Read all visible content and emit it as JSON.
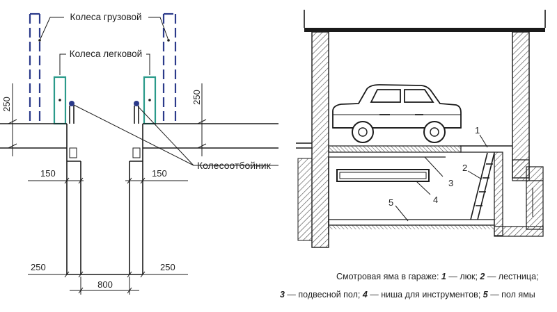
{
  "left_diagram": {
    "label_truck_wheels": "Колеса грузовой",
    "label_car_wheels": "Колеса легковой",
    "label_wheel_stop": "Колесоотбойник",
    "dim_height_left": "250",
    "dim_height_right": "250",
    "dim_stop_left": "150",
    "dim_stop_right": "150",
    "dim_wall_left": "250",
    "dim_wall_right": "250",
    "dim_pit_width": "800"
  },
  "right_diagram": {
    "callouts": [
      "1",
      "2",
      "3",
      "4",
      "5"
    ],
    "caption": {
      "line1_prefix": "Смотровая яма в гараже: ",
      "n1": "1",
      "t1": " — люк; ",
      "n2": "2",
      "t2": " — лестница;",
      "n3": "3",
      "t3": " — подвесной пол; ",
      "n4": "4",
      "t4": " — ниша для инструментов; ",
      "n5": "5",
      "t5": " — пол ямы"
    }
  },
  "colors": {
    "line": "#1a1a1a",
    "wheel_car": "#2a9a8a",
    "wheel_truck": "#2b3a8a",
    "hatch": "#555555",
    "background": "#ffffff"
  }
}
